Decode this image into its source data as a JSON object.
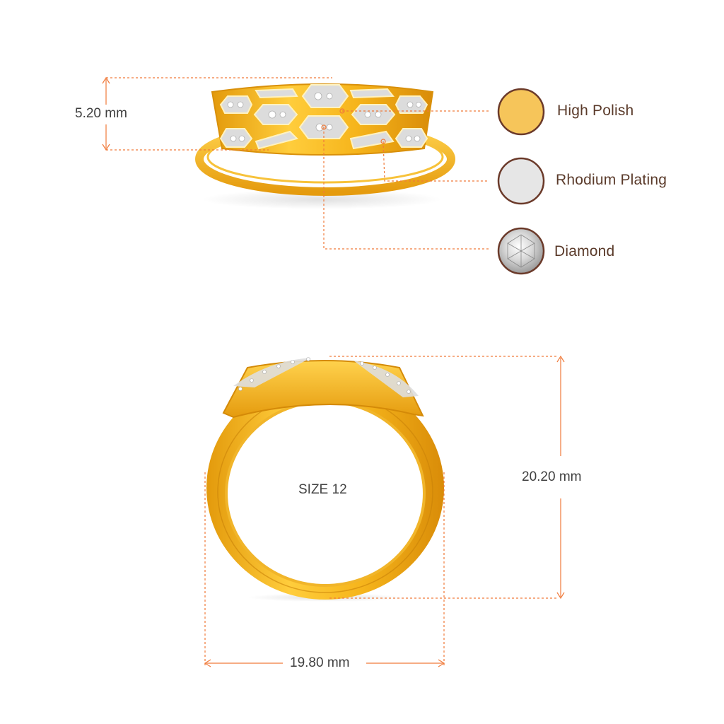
{
  "dimensions": {
    "height": "5.20 mm",
    "ring_height": "20.20 mm",
    "ring_width": "19.80 mm"
  },
  "size_label": "SIZE 12",
  "materials": [
    {
      "name": "High Polish",
      "swatch": "#f6c55a",
      "icon": "gold-swatch-icon"
    },
    {
      "name": "Rhodium Plating",
      "swatch": "#e6e6e6",
      "icon": "rhodium-swatch-icon"
    },
    {
      "name": "Diamond",
      "swatch": "#f4f4f4",
      "icon": "diamond-swatch-icon"
    }
  ],
  "colors": {
    "gold": "#f3b21f",
    "gold_dark": "#d9900a",
    "gold_light": "#ffd24d",
    "dimension_line": "#f07a3a",
    "swatch_border": "#6b3a2a"
  }
}
